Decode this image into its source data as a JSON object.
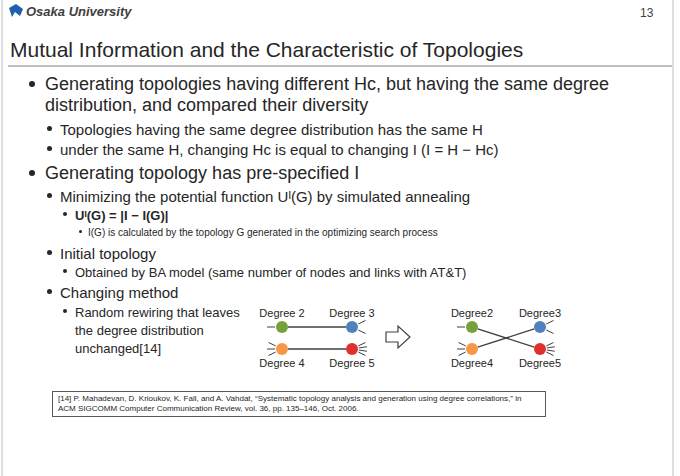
{
  "diagram": {
    "title": "Mutual Information and the Characteristic of Topologies",
    "nodes": [
      {
        "text": [
          "Degree 2"
        ]
      },
      {
        "text": [
          "Degree 3"
        ]
      },
      {
        "text": [
          "Degree 4"
        ]
      },
      {
        "text": [
          "Degree 5"
        ]
      },
      {
        "text": [
          "Degree2"
        ]
      },
      {
        "text": [
          "Degree3"
        ]
      },
      {
        "text": [
          "Degree4"
        ]
      },
      {
        "text": [
          "Degree5"
        ]
      },
      {
        "text": [
          "[14] P. Mahadevan, D. Krioukov, K. Fall, and A. Vahdat, “Systematic topology analysis and generation using degree correlations,” in ACM SIGCOMM Computer Communication Review, vol. 36, pp. 135–146, Oct. 2006."
        ]
      }
    ],
    "edges": [
      {
        "from": 0,
        "to": 1,
        "arrow": "none"
      },
      {
        "from": 2,
        "to": 3,
        "arrow": "none"
      },
      {
        "from": 4,
        "to": 7,
        "arrow": "none"
      },
      {
        "from": 6,
        "to": 5,
        "arrow": "none"
      }
    ],
    "labels": [
      "Osaka University",
      "13",
      "Generating topologies having different Hc, but having the same degree distribution, and compared their diversity",
      "Topologies having the same degree distribution has the same H",
      "under the same H, changing Hc is equal to changing I (I = H − Hc)",
      "Generating topology has pre-specified I",
      "Minimizing the potential function Uᴵ(G) by simulated annealing",
      "Uᴵ(G) = |I − I(G)|",
      "I(G) is calculated by the topology G generated in the optimizing search process",
      "Initial topology",
      "Obtained by BA model (same number of nodes and links with AT&T)",
      "Changing method",
      "Random rewiring that leaves the degree distribution unchanged[14]"
    ]
  }
}
